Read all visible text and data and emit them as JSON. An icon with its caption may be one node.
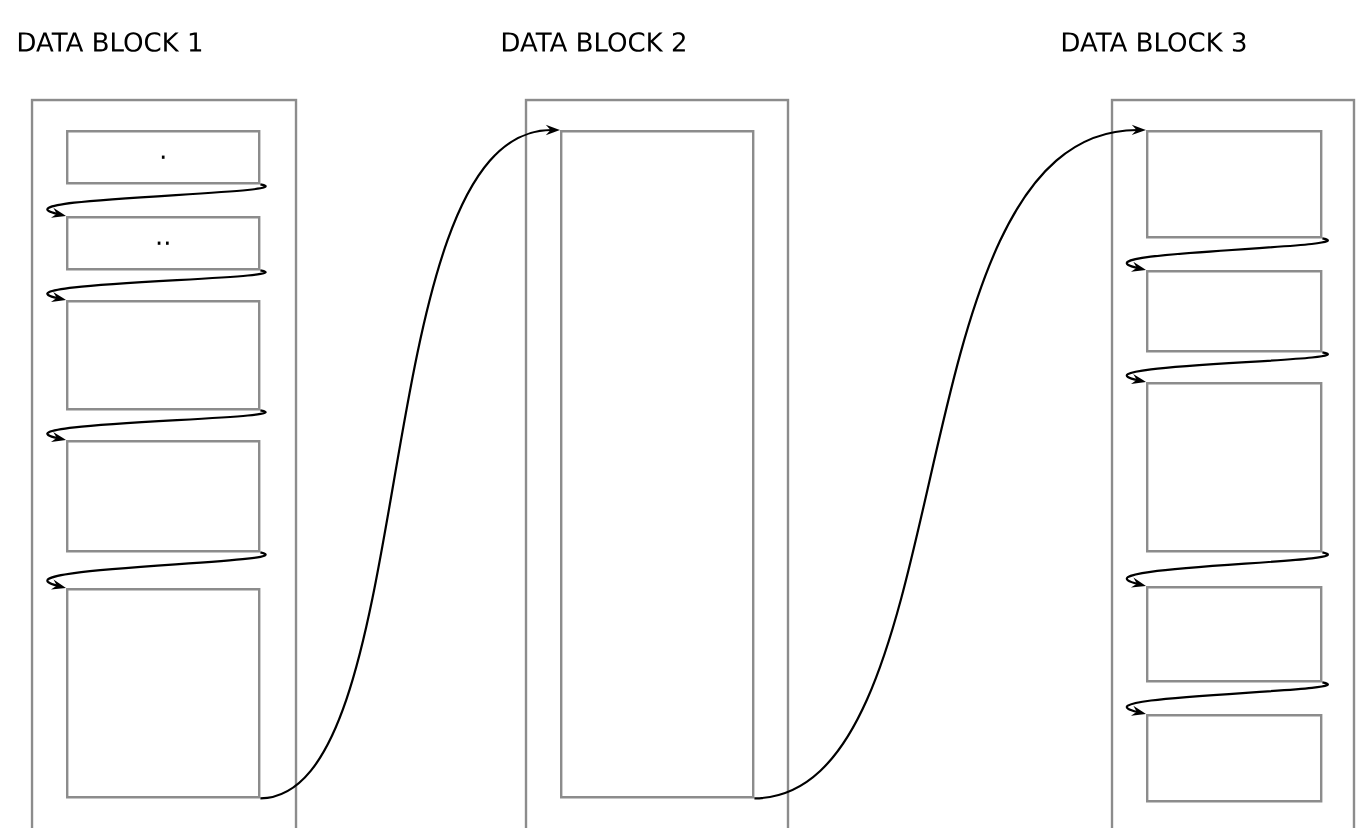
{
  "diagram": {
    "nodes": [
      {
        "text": [
          "DATA BLOCK 1"
        ]
      },
      {
        "text": [
          "."
        ],
        "in": 0
      },
      {
        "text": [
          ".."
        ],
        "in": 0
      },
      {
        "text": [],
        "shape": "box",
        "in": 0
      },
      {
        "text": [],
        "shape": "box",
        "in": 0
      },
      {
        "text": [],
        "shape": "box",
        "in": 0
      },
      {
        "text": [
          "DATA BLOCK 2"
        ]
      },
      {
        "text": [],
        "shape": "box",
        "in": 6
      },
      {
        "text": [
          "DATA BLOCK 3"
        ]
      },
      {
        "text": [],
        "shape": "box",
        "in": 8
      },
      {
        "text": [],
        "shape": "box",
        "in": 8
      },
      {
        "text": [],
        "shape": "box",
        "in": 8
      },
      {
        "text": [],
        "shape": "box",
        "in": 8
      },
      {
        "text": [],
        "shape": "box",
        "in": 8
      }
    ],
    "edges": [
      {
        "from": 1,
        "to": 2,
        "arrow": "to"
      },
      {
        "from": 2,
        "to": 3,
        "arrow": "to"
      },
      {
        "from": 3,
        "to": 4,
        "arrow": "to"
      },
      {
        "from": 4,
        "to": 5,
        "arrow": "to"
      },
      {
        "from": 5,
        "to": 7,
        "arrow": "to"
      },
      {
        "from": 7,
        "to": 9,
        "arrow": "to"
      },
      {
        "from": 9,
        "to": 10,
        "arrow": "to"
      },
      {
        "from": 10,
        "to": 11,
        "arrow": "to"
      },
      {
        "from": 11,
        "to": 12,
        "arrow": "to"
      },
      {
        "from": 12,
        "to": 13,
        "arrow": "to"
      }
    ]
  }
}
